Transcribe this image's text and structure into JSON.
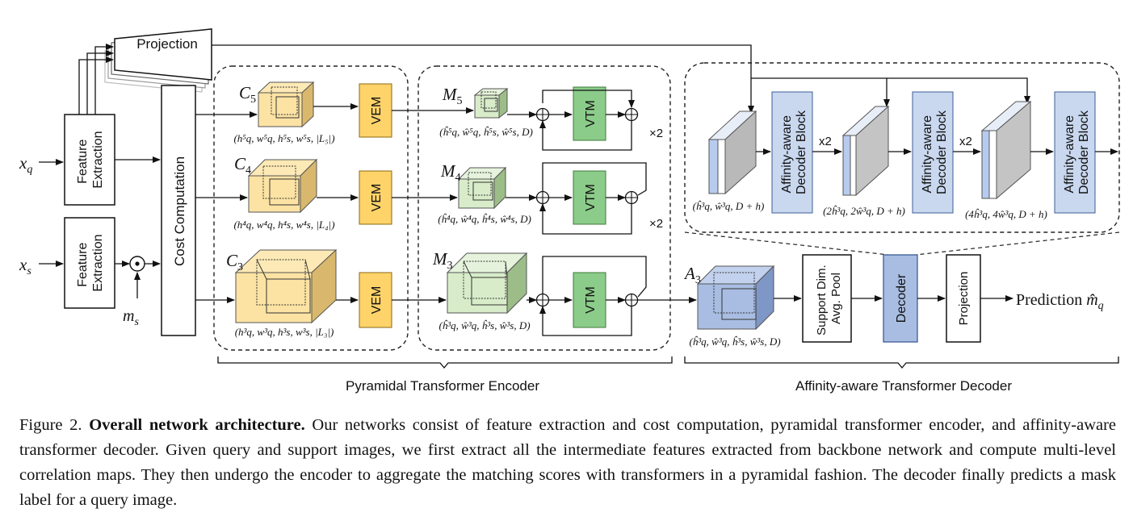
{
  "inputs": {
    "xq": "x",
    "xq_sub": "q",
    "xs": "x",
    "xs_sub": "s",
    "ms": "m",
    "ms_sub": "s"
  },
  "blocks": {
    "feature_extraction": [
      "Feature",
      "Extraction"
    ],
    "projection": "Projection",
    "cost_computation": "Cost Computation",
    "vem": "VEM",
    "vtm": "VTM",
    "support_pool": [
      "Support Dim.",
      "Avg. Pool"
    ],
    "decoder": "Decoder",
    "affinity_block": [
      "Affinity-aware",
      "Decoder Block"
    ],
    "prediction": "Prediction",
    "prediction_symbol": "m̂",
    "prediction_sub": "q"
  },
  "cost_volumes": [
    {
      "name": "C",
      "sub": "5",
      "dims": "(h⁵q, w⁵q, h⁵s, w⁵s, |L₅|)"
    },
    {
      "name": "C",
      "sub": "4",
      "dims": "(h⁴q, w⁴q, h⁴s, w⁴s, |L₄|)"
    },
    {
      "name": "C",
      "sub": "3",
      "dims": "(h³q, w³q, h³s, w³s, |L₃|)"
    }
  ],
  "encoded_volumes": [
    {
      "name": "M",
      "sub": "5",
      "dims": "(ĥ⁵q, ŵ⁵q, ĥ⁵s, ŵ⁵s, D)"
    },
    {
      "name": "M",
      "sub": "4",
      "dims": "(ĥ⁴q, ŵ⁴q, ĥ⁴s, ŵ⁴s, D)"
    },
    {
      "name": "M",
      "sub": "3",
      "dims": "(ĥ³q, ŵ³q, ĥ³s, ŵ³s, D)"
    }
  ],
  "repeat_labels": [
    "×2",
    "×2"
  ],
  "aggregated": {
    "name": "A",
    "sub": "3",
    "dims": "(ĥ³q, ŵ³q, ĥ³s, ŵ³s, D)"
  },
  "decoder_features": [
    {
      "dims": "(ĥ³q, ŵ³q, D + h)"
    },
    {
      "dims": "(2ĥ³q, 2ŵ³q, D + h)"
    },
    {
      "dims": "(4ĥ³q, 4ŵ³q, D + h)"
    }
  ],
  "decoder_repeat": [
    "x2",
    "x2"
  ],
  "sections": {
    "encoder": "Pyramidal Transformer Encoder",
    "decoder": "Affinity-aware Transformer Decoder"
  },
  "caption": {
    "label": "Figure 2.",
    "bold": "Overall network architecture.",
    "text": "Our networks consist of feature extraction and cost computation, pyramidal transformer encoder, and affinity-aware transformer decoder. Given query and support images, we first extract all the intermediate features extracted from backbone network and compute multi-level correlation maps. They then undergo the encoder to aggregate the matching scores with transformers in a pyramidal fashion. The decoder finally predicts a mask label for a query image."
  },
  "colors": {
    "vem": "#fdd36a",
    "vtm": "#8ccc8a",
    "cost_cube": "#fce3a4",
    "enc_cube": "#d8ecc9",
    "agg_cube": "#a9bde2",
    "decoder": "#c9d8ef",
    "feature_front": "#b7cbee"
  }
}
